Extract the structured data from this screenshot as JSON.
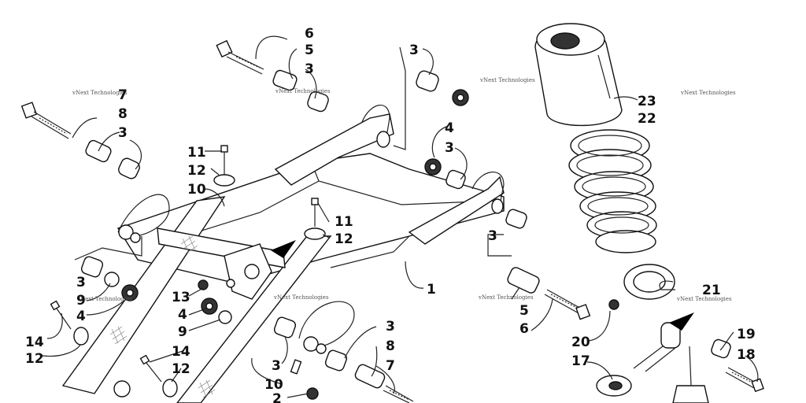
{
  "callouts": [
    {
      "id": "c-6a",
      "text": "6"
    },
    {
      "id": "c-5a",
      "text": "5"
    },
    {
      "id": "c-3a",
      "text": "3"
    },
    {
      "id": "c-3b",
      "text": "3"
    },
    {
      "id": "c-7a",
      "text": "7"
    },
    {
      "id": "c-8a",
      "text": "8"
    },
    {
      "id": "c-3c",
      "text": "3"
    },
    {
      "id": "c-23",
      "text": "23"
    },
    {
      "id": "c-22",
      "text": "22"
    },
    {
      "id": "c-4a",
      "text": "4"
    },
    {
      "id": "c-3d",
      "text": "3"
    },
    {
      "id": "c-11a",
      "text": "11"
    },
    {
      "id": "c-12a",
      "text": "12"
    },
    {
      "id": "c-10a",
      "text": "10"
    },
    {
      "id": "c-11b",
      "text": "11"
    },
    {
      "id": "c-12b",
      "text": "12"
    },
    {
      "id": "c-3e",
      "text": "3"
    },
    {
      "id": "c-1",
      "text": "1"
    },
    {
      "id": "c-21",
      "text": "21"
    },
    {
      "id": "c-3f",
      "text": "3"
    },
    {
      "id": "c-9a",
      "text": "9"
    },
    {
      "id": "c-4b",
      "text": "4"
    },
    {
      "id": "c-13",
      "text": "13"
    },
    {
      "id": "c-4c",
      "text": "4"
    },
    {
      "id": "c-9b",
      "text": "9"
    },
    {
      "id": "c-5b",
      "text": "5"
    },
    {
      "id": "c-6b",
      "text": "6"
    },
    {
      "id": "c-14a",
      "text": "14"
    },
    {
      "id": "c-12c",
      "text": "12"
    },
    {
      "id": "c-14b",
      "text": "14"
    },
    {
      "id": "c-12d",
      "text": "12"
    },
    {
      "id": "c-3g",
      "text": "3"
    },
    {
      "id": "c-8b",
      "text": "8"
    },
    {
      "id": "c-7b",
      "text": "7"
    },
    {
      "id": "c-3h",
      "text": "3"
    },
    {
      "id": "c-10b",
      "text": "10"
    },
    {
      "id": "c-2",
      "text": "2"
    },
    {
      "id": "c-20",
      "text": "20"
    },
    {
      "id": "c-19",
      "text": "19"
    },
    {
      "id": "c-18",
      "text": "18"
    },
    {
      "id": "c-17",
      "text": "17"
    }
  ],
  "watermark": "vNext Technologies",
  "colors": {
    "ink": "#111111",
    "background": "#ffffff",
    "watermark": "#555555"
  }
}
